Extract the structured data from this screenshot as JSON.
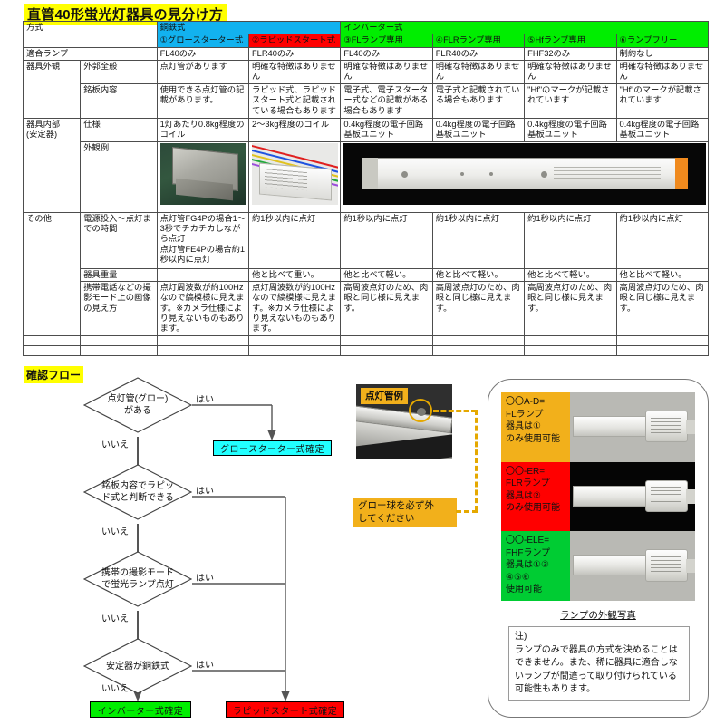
{
  "page": {
    "title": "直管40形蛍光灯器具の見分け方"
  },
  "table": {
    "row_method_label": "方式",
    "group_headers": [
      {
        "label": "銅鉄式",
        "color": "#12b2ef"
      },
      {
        "label": "インバーター式",
        "color": "#00ee00"
      }
    ],
    "columns": [
      {
        "label": "①グロースターター式",
        "color": "#12b2ef"
      },
      {
        "label": "②ラピッドスタート式",
        "color": "#fe0000"
      },
      {
        "label": "③FLランプ専用",
        "color": "#00ee00"
      },
      {
        "label": "④FLRランプ専用",
        "color": "#00ee00"
      },
      {
        "label": "⑤Hfランプ専用",
        "color": "#00ee00"
      },
      {
        "label": "⑥ランプフリー",
        "color": "#00ee00"
      }
    ],
    "rows": [
      {
        "label_a": "適合ランプ",
        "label_b": "",
        "cells": [
          "FL40のみ",
          "FLR40のみ",
          "FL40のみ",
          "FLR40のみ",
          "FHF32のみ",
          "制約なし"
        ]
      },
      {
        "label_a": "器具外観",
        "label_b": "外郭全般",
        "cells": [
          "点灯管があります",
          "明確な特徴はありません",
          "明確な特徴はありません",
          "明確な特徴はありません",
          "明確な特徴はありません",
          "明確な特徴はありません"
        ]
      },
      {
        "label_a": "",
        "label_b": "銘板内容",
        "cells": [
          "使用できる点灯管の記載があります。",
          "ラピッド式、ラピッドスタート式と記載されている場合もあります",
          "電子式、電子スターター式などの記載がある場合もあります",
          "電子式と記載されている場合もあります",
          "\"Hf\"のマークが記載されています",
          "\"Hf\"のマークが記載されています"
        ]
      },
      {
        "label_a": "器具内部\n(安定器)",
        "label_b": "仕様",
        "cells": [
          "1灯あたり0.8kg程度のコイル",
          "2～3kg程度のコイル",
          "0.4kg程度の電子回路基板ユニット",
          "0.4kg程度の電子回路基板ユニット",
          "0.4kg程度の電子回路基板ユニット",
          "0.4kg程度の電子回路基板ユニット"
        ]
      },
      {
        "label_a": "",
        "label_b": "外観例",
        "photos": [
          "magnetic-ballast-photo",
          "rapid-start-ballast-photo",
          "inverter-ballast-photo"
        ]
      },
      {
        "label_a": "その他",
        "label_b": "電源投入～点灯までの時間",
        "cells": [
          "点灯管FG4Pの場合1～3秒でチカチカしながら点灯\n点灯管FE4Pの場合約1秒以内に点灯",
          "約1秒以内に点灯",
          "約1秒以内に点灯",
          "約1秒以内に点灯",
          "約1秒以内に点灯",
          "約1秒以内に点灯"
        ]
      },
      {
        "label_a": "",
        "label_b": "器具重量",
        "cells": [
          "",
          "他と比べて重い。",
          "他と比べて軽い。",
          "他と比べて軽い。",
          "他と比べて軽い。",
          "他と比べて軽い。"
        ]
      },
      {
        "label_a": "",
        "label_b": "携帯電話などの撮影モード上の画像の見え方",
        "cells": [
          "点灯周波数が約100Hzなので縞模様に見えます。※カメラ仕様により見えないものもあります。",
          "点灯周波数が約100Hzなので縞模様に見えます。※カメラ仕様により見えないものもあります。",
          "高周波点灯のため、肉眼と同じ様に見えます。",
          "高周波点灯のため、肉眼と同じ様に見えます。",
          "高周波点灯のため、肉眼と同じ様に見えます。",
          "高周波点灯のため、肉眼と同じ様に見えます。"
        ]
      },
      {
        "label_a": "",
        "label_b": "",
        "cells": [
          "",
          "",
          "",
          "",
          "",
          ""
        ]
      },
      {
        "label_a": "",
        "label_b": "",
        "cells": [
          "",
          "",
          "",
          "",
          "",
          ""
        ]
      }
    ]
  },
  "flow": {
    "title": "確認フロー",
    "yes_label": "はい",
    "no_label": "いいえ",
    "decisions": [
      {
        "text": "点灯管(グロー)\nがある"
      },
      {
        "text": "銘板内容でラピッ\nド式と判断できる"
      },
      {
        "text": "携帯の撮影モード\nで蛍光ランプ点灯"
      },
      {
        "text": "安定器が銅鉄式"
      }
    ],
    "results": [
      {
        "text": "グロースターター式確定",
        "color": "#22ffff"
      },
      {
        "text": "インバーター式確定",
        "color": "#00ee00"
      },
      {
        "text": "ラピッドスタート式確定",
        "color": "#ff0000"
      }
    ]
  },
  "callouts": {
    "glow_sample": "点灯管例",
    "remove_glow": "グロー球を必ず外\nしてください"
  },
  "lamp_panel": {
    "items": [
      {
        "tag": "〇〇A-D=\nFLランプ\n器具は①\nのみ使用可能",
        "color": "#f2b01b"
      },
      {
        "tag": "〇〇-ER=\nFLRランプ\n器具は②\nのみ使用可能",
        "color": "#ff0000"
      },
      {
        "tag": "〇〇-ELE=\nFHFランプ\n器具は①③\n④⑤⑥\n使用可能",
        "color": "#00cc33"
      }
    ],
    "caption": "ランプの外観写真",
    "note_head": "注)",
    "note_body": "ランプのみで器具の方式を決めることはできません。また、稀に器具に適合しないランプが間違って取り付けられている可能性もあります。"
  }
}
